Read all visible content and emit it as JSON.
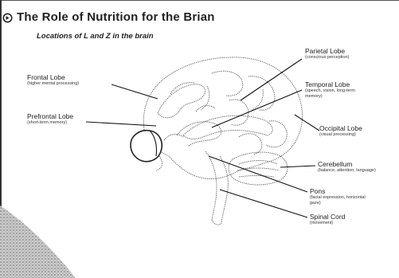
{
  "slide": {
    "title": "The Role of Nutrition for the Brian",
    "subtitle": "Locations of L and Z in the brain"
  },
  "labels": {
    "frontal": {
      "name": "Frontal Lobe",
      "desc": [
        "(higher mental processing)"
      ]
    },
    "prefrontal": {
      "name": "Prefrontal Lobe",
      "desc": [
        "(short-term memory)"
      ]
    },
    "parietal": {
      "name": "Parietal Lobe",
      "desc": [
        "(conscious perception)"
      ]
    },
    "temporal": {
      "name": "Temporal Lobe",
      "desc": [
        "(speech, vision, long-term",
        "memory)"
      ]
    },
    "occipital": {
      "name": "Occipital Lobe",
      "desc": [
        "(visual processing)"
      ]
    },
    "cerebellum": {
      "name": "Cerebellum",
      "desc": [
        "(balance, attention, language)"
      ]
    },
    "pons": {
      "name": "Pons",
      "desc": [
        "(facial expression, horizontal",
        "gaze)"
      ]
    },
    "spinal": {
      "name": "Spinal Cord",
      "desc": [
        "(movement)"
      ]
    }
  },
  "icons": {
    "bullet": "bullet-arrow-icon"
  },
  "colors": {
    "ink": "#222222",
    "corner_texture": "#8a8a8a"
  }
}
